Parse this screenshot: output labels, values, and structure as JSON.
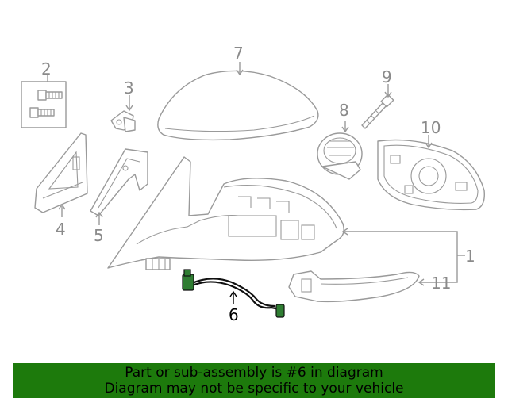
{
  "callouts": {
    "c1": "1",
    "c2": "2",
    "c3": "3",
    "c4": "4",
    "c5": "5",
    "c6": "6",
    "c7": "7",
    "c8": "8",
    "c9": "9",
    "c10": "10",
    "c11": "11"
  },
  "colors": {
    "banner_background": "#1d7a0c",
    "highlight_part": "#2f7d32",
    "line_art": "#9a9a9a"
  },
  "banner": {
    "line1": "Part or sub-assembly is #6 in diagram",
    "line2": "Diagram may not be specific to your vehicle"
  }
}
